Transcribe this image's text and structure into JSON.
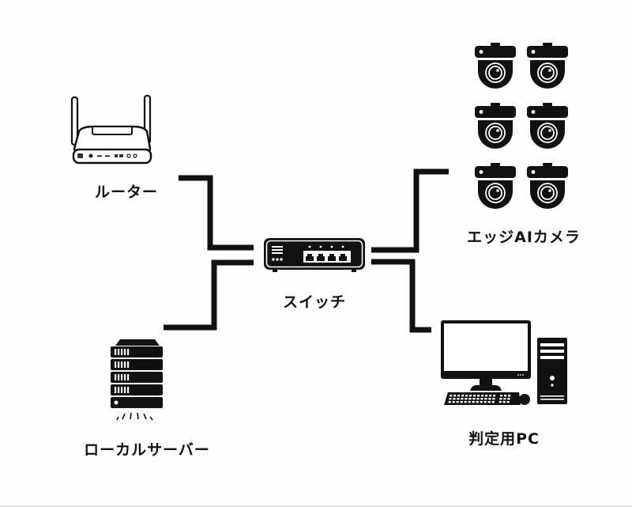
{
  "diagram": {
    "type": "network-topology",
    "colors": {
      "ink": "#111111",
      "background": "#fdfdfd"
    },
    "hub": {
      "id": "switch",
      "label": "スイッチ",
      "icon": "network-switch-icon",
      "ports": 4
    },
    "nodes": [
      {
        "id": "router",
        "label": "ルーター",
        "icon": "router-icon",
        "count": 1
      },
      {
        "id": "cameras",
        "label": "エッジAIカメラ",
        "icon": "dome-camera-icon",
        "count": 6
      },
      {
        "id": "server",
        "label": "ローカルサーバー",
        "icon": "server-rack-icon",
        "count": 1
      },
      {
        "id": "pc",
        "label": "判定用PC",
        "icon": "desktop-pc-icon",
        "count": 1
      }
    ],
    "connections": [
      {
        "from": "router",
        "to": "switch"
      },
      {
        "from": "server",
        "to": "switch"
      },
      {
        "from": "cameras",
        "to": "switch"
      },
      {
        "from": "pc",
        "to": "switch"
      }
    ]
  }
}
